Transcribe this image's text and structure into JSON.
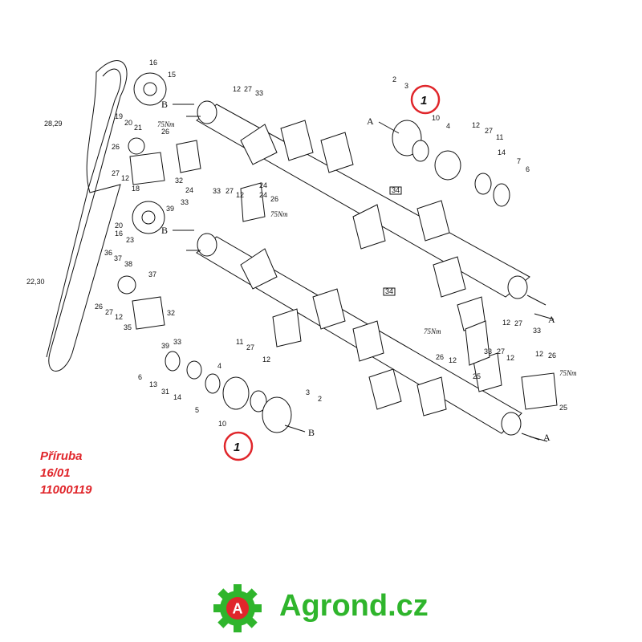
{
  "info": {
    "name": "Příruba",
    "code": "16/01",
    "part_number": "11000119"
  },
  "callout_number": "1",
  "brand": {
    "text": "Agrond.cz",
    "logo_letter": "A",
    "logo_icon": "gear-icon",
    "color": "#2fb52c",
    "logo_accent": "#e0262b"
  },
  "highlight_color": "#e0262b",
  "arrow_letters": {
    "a": "A",
    "b": "B"
  },
  "torque": "75Nm",
  "labels": {
    "l_16a": "16",
    "l_15": "15",
    "l_28_29": "28,29",
    "l_19": "19",
    "l_20a": "20",
    "l_21": "21",
    "l_26a": "26",
    "l_26b": "26",
    "l_27a": "27",
    "l_12a": "12",
    "l_18": "18",
    "l_32a": "32",
    "l_24a": "24",
    "l_33a": "33",
    "l_39a": "39",
    "l_16b": "16",
    "l_20b": "20",
    "l_23": "23",
    "l_22_30": "22,30",
    "l_36": "36",
    "l_37a": "37",
    "l_38": "38",
    "l_37b": "37",
    "l_26c": "26",
    "l_27b": "27",
    "l_12b": "12",
    "l_35": "35",
    "l_32b": "32",
    "l_33b": "33",
    "l_39b": "39",
    "l_12c": "12",
    "l_27c": "27",
    "l_33c": "33",
    "l_2a": "2",
    "l_3a": "3",
    "l_10a": "10",
    "l_4a": "4",
    "l_12d": "12",
    "l_27d": "27",
    "l_11a": "11",
    "l_14a": "14",
    "l_7": "7",
    "l_6a": "6",
    "l_34a": "34",
    "l_33d": "33",
    "l_27e": "27",
    "l_12e": "12",
    "l_24b": "24",
    "l_26d": "26",
    "l_24c": "24",
    "l_34b": "34",
    "l_12f": "12",
    "l_27f": "27",
    "l_33e": "33",
    "l_26e": "26",
    "l_12g": "12",
    "l_33f": "33",
    "l_27g": "27",
    "l_12h": "12",
    "l_25a": "25",
    "l_12i": "12",
    "l_26f": "26",
    "l_25b": "25",
    "l_11b": "11",
    "l_27h": "27",
    "l_12j": "12",
    "l_6b": "6",
    "l_13": "13",
    "l_31": "31",
    "l_14b": "14",
    "l_5": "5",
    "l_10b": "10",
    "l_3b": "3",
    "l_2b": "2",
    "l_4b": "4"
  }
}
